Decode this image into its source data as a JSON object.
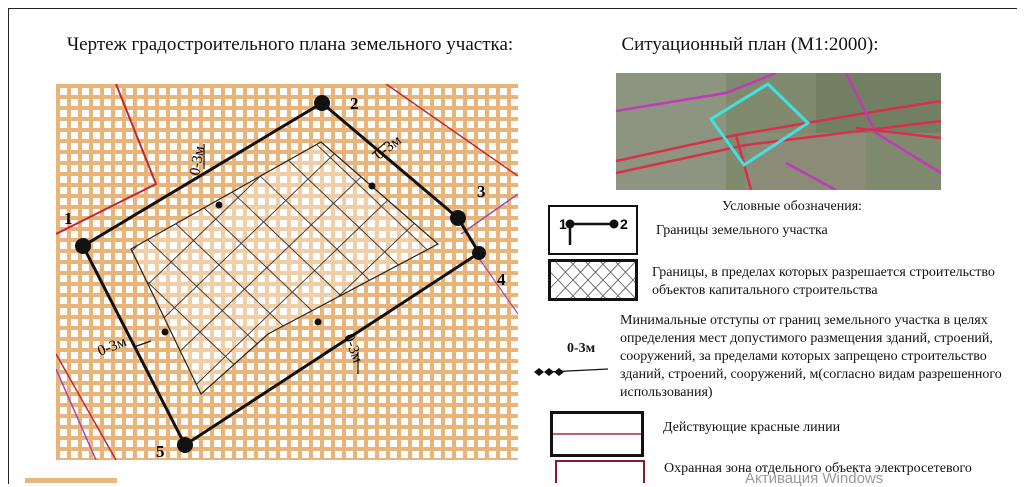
{
  "titles": {
    "drawing": "Чертеж градостроительного плана земельного участка:",
    "situation": "Ситуационный план (М1:2000):"
  },
  "points": {
    "p1": "1",
    "p2": "2",
    "p3": "3",
    "p4": "4",
    "p5": "5"
  },
  "setback_label": "0-3м",
  "legend": {
    "heading": "Условные обозначения:",
    "item_boundary": "Границы земельного участка",
    "item_boundary_sample": {
      "a": "1",
      "b": "2"
    },
    "item_build_zone": "Границы, в пределах которых разрешается строительство объектов капитального строительства",
    "item_setback_label": "0-3м",
    "item_setback": "Минимальные отступы от границ земельного участка в целях определения мест допустимого размещения зданий, строений, сооружений, за пределами которых запрещено строительство зданий, строений, сооружений, м(согласно видам разрешенного использования)",
    "item_red_lines": "Действующие красные линии",
    "item_power_zone": "Охранная зона отдельного объекта электросетевого"
  },
  "colors": {
    "grid_fill": "#f3d5ae",
    "grid_line": "#e2ad72",
    "boundary": "#111111",
    "red_line": "#b3283a",
    "purple_line": "#a04ab0",
    "parcel_highlight": "#44e0e0"
  },
  "watermark_text": "Активация Windows"
}
